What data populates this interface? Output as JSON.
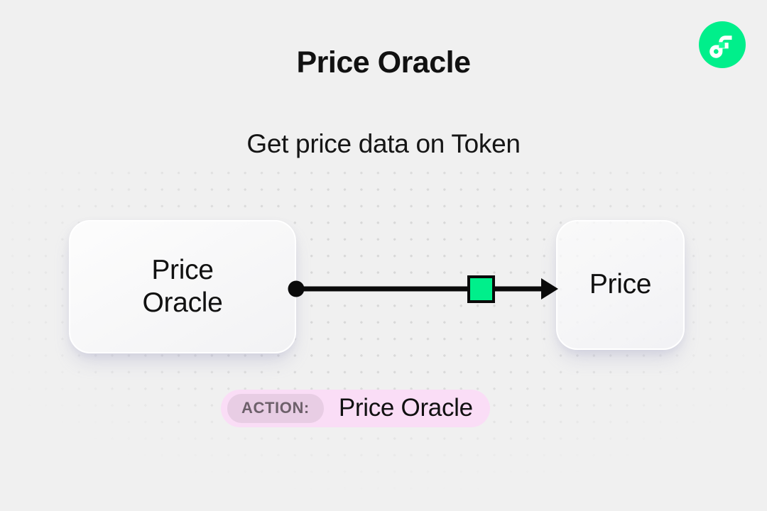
{
  "page": {
    "title": "Price Oracle",
    "subtitle": "Get price data on Token",
    "background_color": "#F0F0F0",
    "dot_color": "#D7D7D7"
  },
  "brand": {
    "logo_name": "flow-logo",
    "logo_color": "#00EF8B",
    "logo_mark_color": "#FFFFFF",
    "logo_accent_color": "#16FF99"
  },
  "diagram": {
    "source_node": {
      "label_line_1": "Price",
      "label_line_2": "Oracle"
    },
    "target_node": {
      "label": "Price"
    },
    "connector": {
      "start_dot_color": "#0A0A0A",
      "line_color": "#0A0A0A",
      "marker_color": "#00EF8B",
      "marker_border_color": "#0A0A0A",
      "arrow_color": "#0A0A0A"
    }
  },
  "action_badge": {
    "tag": "ACTION:",
    "value": "Price Oracle",
    "pill_color": "#FADDF6",
    "tag_color": "#E8CDE4",
    "tag_text_color": "#6D606A"
  }
}
